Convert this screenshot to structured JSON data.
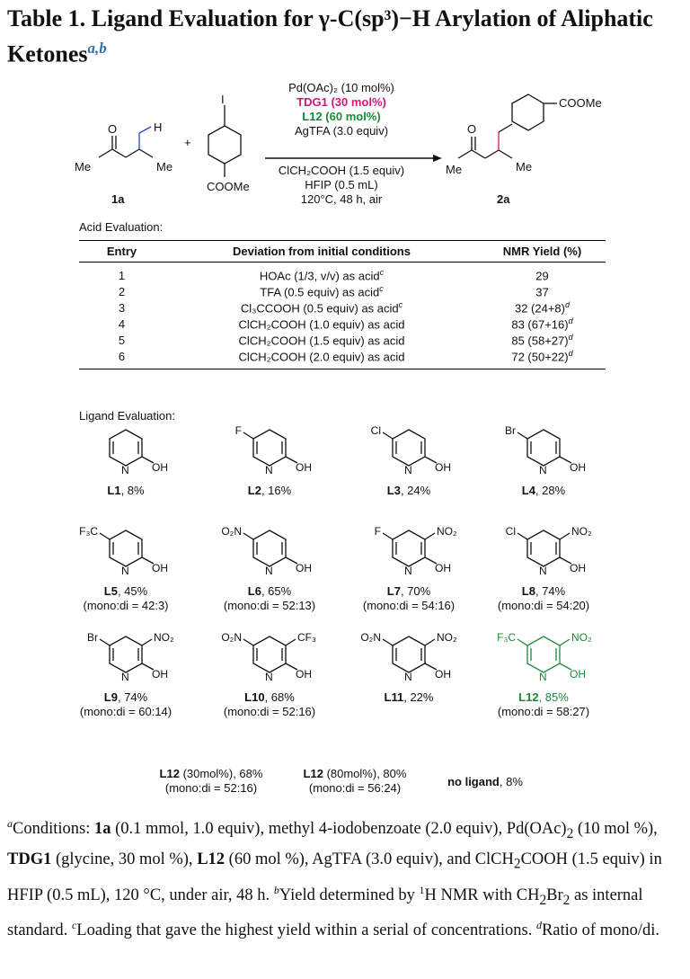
{
  "title": {
    "text": "Table 1. Ligand Evaluation for γ-C(sp³)−H Arylation of Aliphatic Ketones",
    "footnote_marks": "a,b"
  },
  "scheme": {
    "substrate_label": "1a",
    "product_label": "2a",
    "conditions": [
      "Pd(OAc)₂ (10 mol%)",
      "TDG1 (30 mol%)",
      "L12 (60 mol%)",
      "AgTFA (3.0 equiv)",
      "ClCH₂COOH (1.5 equiv)",
      "HFIP (0.5 mL)",
      "120°C, 48 h, air"
    ],
    "colors": {
      "tdg": "#d0187a",
      "ligand": "#1a8a3a"
    }
  },
  "acid_section_label": "Acid Evaluation:",
  "acid_table": {
    "headers": [
      "Entry",
      "Deviation from initial conditions",
      "NMR Yield (%)"
    ],
    "rows": [
      {
        "entry": "1",
        "deviation": "HOAc (1/3, v/v) as acid",
        "mark": "c",
        "yield": "29",
        "ratio": ""
      },
      {
        "entry": "2",
        "deviation": "TFA (0.5 equiv) as acid",
        "mark": "c",
        "yield": "37",
        "ratio": ""
      },
      {
        "entry": "3",
        "deviation": "Cl₃CCOOH (0.5 equiv) as acid",
        "mark": "c",
        "yield": "32 (24+8)",
        "ratio": "d"
      },
      {
        "entry": "4",
        "deviation": "ClCH₂COOH (1.0 equiv) as acid",
        "mark": "",
        "yield": "83 (67+16)",
        "ratio": "d"
      },
      {
        "entry": "5",
        "deviation": "ClCH₂COOH (1.5 equiv) as acid",
        "mark": "",
        "yield": "85 (58+27)",
        "ratio": "d"
      },
      {
        "entry": "6",
        "deviation": "ClCH₂COOH (2.0 equiv) as acid",
        "mark": "",
        "yield": "72 (50+22)",
        "ratio": "d"
      }
    ]
  },
  "ligand_section_label": "Ligand Evaluation:",
  "ligands": [
    {
      "id": "L1",
      "yield": ", 8%",
      "ratio": "",
      "sub5": "",
      "sub3": ""
    },
    {
      "id": "L2",
      "yield": ", 16%",
      "ratio": "",
      "sub5": "F",
      "sub3": ""
    },
    {
      "id": "L3",
      "yield": ", 24%",
      "ratio": "",
      "sub5": "Cl",
      "sub3": ""
    },
    {
      "id": "L4",
      "yield": ", 28%",
      "ratio": "",
      "sub5": "Br",
      "sub3": ""
    },
    {
      "id": "L5",
      "yield": ", 45%",
      "ratio": "(mono:di = 42:3)",
      "sub5": "F₃C",
      "sub3": ""
    },
    {
      "id": "L6",
      "yield": ", 65%",
      "ratio": "(mono:di = 52:13)",
      "sub5": "O₂N",
      "sub3": ""
    },
    {
      "id": "L7",
      "yield": ", 70%",
      "ratio": "(mono:di = 54:16)",
      "sub5": "F",
      "sub3": "NO₂"
    },
    {
      "id": "L8",
      "yield": ", 74%",
      "ratio": "(mono:di = 54:20)",
      "sub5": "Cl",
      "sub3": "NO₂"
    },
    {
      "id": "L9",
      "yield": ", 74%",
      "ratio": "(mono:di = 60:14)",
      "sub5": "Br",
      "sub3": "NO₂"
    },
    {
      "id": "L10",
      "yield": ", 68%",
      "ratio": "(mono:di = 52:16)",
      "sub5": "O₂N",
      "sub3": "CF₃"
    },
    {
      "id": "L11",
      "yield": ", 22%",
      "ratio": "",
      "sub5": "O₂N",
      "sub3": "NO₂"
    },
    {
      "id": "L12",
      "yield": ", 85%",
      "ratio": "(mono:di = 58:27)",
      "sub5": "F₃C",
      "sub3": "NO₂"
    }
  ],
  "extra_results": [
    {
      "label": "L12",
      "text": " (30mol%), 68%",
      "ratio": "(mono:di = 52:16)"
    },
    {
      "label": "L12",
      "text": " (80mol%), 80%",
      "ratio": "(mono:di = 56:24)"
    },
    {
      "label": "no ligand",
      "text": ", 8%",
      "ratio": ""
    }
  ],
  "footnotes": {
    "a_mark": "a",
    "a_parts": [
      "Conditions: ",
      "1a",
      " (0.1 mmol, 1.0 equiv), methyl 4-iodobenzoate (2.0 equiv), Pd(OAc)",
      "2",
      " (10 mol %), ",
      "TDG1",
      " (glycine, 30 mol %), ",
      "L12",
      " (60 mol %), AgTFA (3.0 equiv), and ClCH",
      "2",
      "COOH (1.5 equiv) in HFIP (0.5 mL), 120 °C, under air, 48 h. "
    ],
    "b_mark": "b",
    "b_parts": [
      "Yield determined by ",
      "1",
      "H NMR with CH",
      "2",
      "Br",
      "2",
      " as internal standard. "
    ],
    "c_mark": "c",
    "c_text": "Loading that gave the highest yield within a serial of concentrations. ",
    "d_mark": "d",
    "d_text": "Ratio of mono/di."
  }
}
